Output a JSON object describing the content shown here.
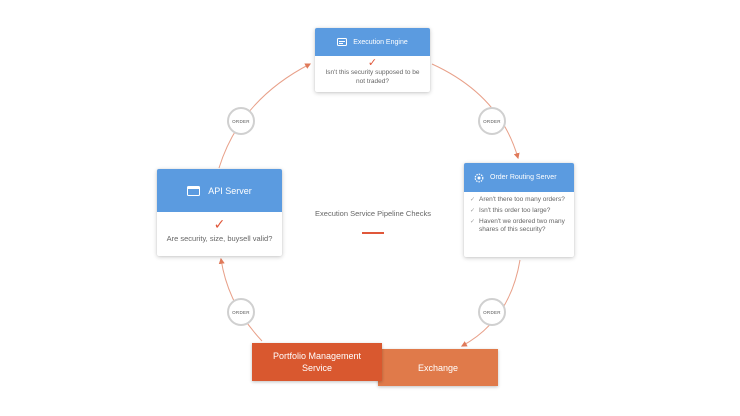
{
  "diagram": {
    "center_label": "Execution Service Pipeline Checks",
    "accent_color": "#e0573a",
    "card_header_color": "#5b9be0",
    "edge_label": "ORDER",
    "cards": {
      "engine": {
        "title": "Execution Engine",
        "icon": "engine-icon",
        "check": "✓",
        "question": "Isn't this security supposed to be not traded?"
      },
      "api": {
        "title": "API Server",
        "icon": "window-icon",
        "check": "✓",
        "question": "Are security, size, buysell valid?"
      },
      "routing": {
        "title": "Order Routing Server",
        "icon": "gear-icon",
        "checks": [
          "Aren't there too many orders?",
          "Isn't this order too large?",
          "Haven't we ordered two many shares of this security?"
        ]
      }
    },
    "boxes": {
      "portfolio": "Portfolio Management Service",
      "exchange": "Exchange"
    }
  }
}
